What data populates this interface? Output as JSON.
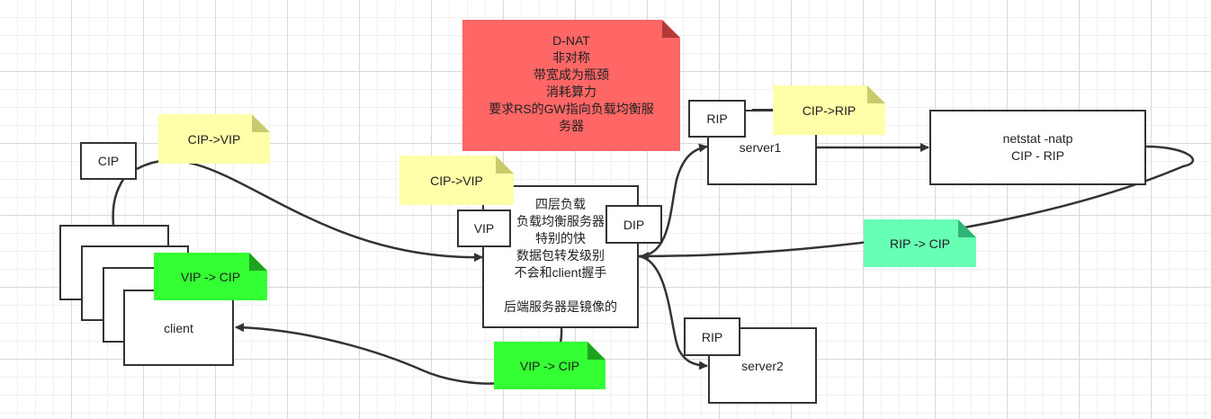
{
  "client": {
    "label": "client"
  },
  "cip_tag": {
    "label": "CIP"
  },
  "note_client_out": {
    "text": "CIP->VIP"
  },
  "note_client_in": {
    "text": "VIP -> CIP"
  },
  "lb": {
    "text": "四层负载\n负载均衡服务器\n特别的快\n数据包转发级别\n不会和client握手\n\n后端服务器是镜像的",
    "vip_tag": "VIP",
    "dip_tag": "DIP"
  },
  "note_lb_in": {
    "text": "CIP->VIP"
  },
  "note_lb_out": {
    "text": "VIP -> CIP"
  },
  "dnat_note": {
    "text": "D-NAT\n非对称\n带宽成为瓶颈\n消耗算力\n要求RS的GW指向负载均衡服\n务器"
  },
  "server1": {
    "label": "server1",
    "rip_tag": "RIP"
  },
  "server2": {
    "label": "server2",
    "rip_tag": "RIP"
  },
  "note_server1": {
    "text": "CIP->RIP"
  },
  "netstat": {
    "text": "netstat -natp\nCIP - RIP"
  },
  "note_return": {
    "text": "RIP -> CIP"
  },
  "colors": {
    "note_yellow": "#ffffaa",
    "note_green": "#33ff33",
    "note_mint": "#66ffb3",
    "note_red": "#ff6666",
    "stroke": "#333333"
  }
}
